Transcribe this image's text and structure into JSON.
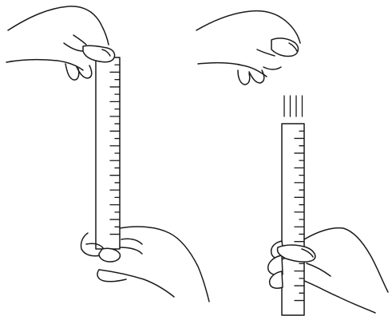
{
  "illustration": {
    "panels": [
      {
        "id": "ruler-held-before-drop",
        "ruler": {
          "major_ticks": 13,
          "motion_lines": 0
        }
      },
      {
        "id": "ruler-falling-and-caught",
        "ruler": {
          "major_ticks": 13,
          "motion_lines": 4
        }
      }
    ],
    "colors": {
      "ink": "#1a1a1a",
      "background": "#ffffff"
    }
  }
}
